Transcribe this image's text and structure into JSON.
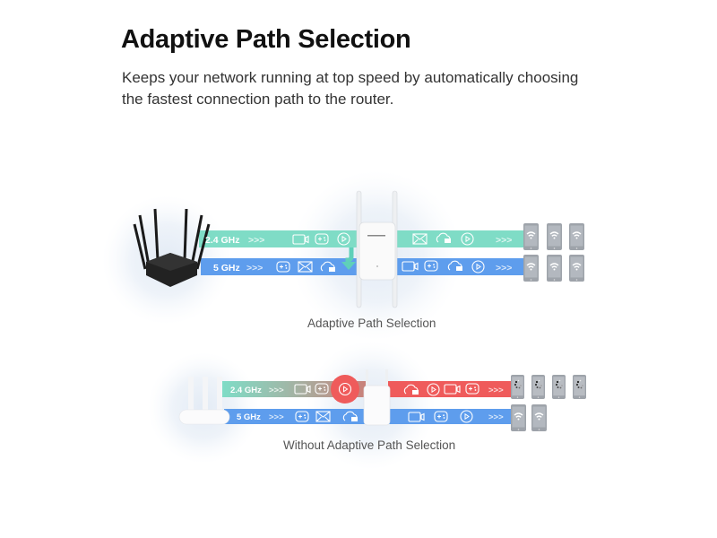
{
  "header": {
    "title": "Adaptive Path Selection",
    "subtitle": "Keeps your network running at top speed by automatically choosing the fastest connection path to the router."
  },
  "diagram_adaptive": {
    "caption": "Adaptive Path Selection",
    "band_24": {
      "label": "2.4 GHz",
      "chevrons": ">>>",
      "color": "#7fdcc6"
    },
    "band_5": {
      "label": "5 GHz",
      "chevrons": ">>>",
      "color": "#5e9ded"
    },
    "clients_24": [
      "wifi-phone",
      "wifi-phone",
      "wifi-phone"
    ],
    "clients_5": [
      "wifi-phone",
      "wifi-phone",
      "wifi-phone"
    ]
  },
  "diagram_without": {
    "caption": "Without Adaptive Path Selection",
    "band_24": {
      "label": "2.4 GHz",
      "chevrons": ">>>",
      "color": "#7fdcc6",
      "congested_color": "#ef5b5b"
    },
    "band_5": {
      "label": "5 GHz",
      "chevrons": ">>>",
      "color": "#5e9ded"
    },
    "clients_24": [
      "loading-phone",
      "loading-phone",
      "loading-phone",
      "loading-phone"
    ],
    "clients_5": [
      "wifi-phone",
      "wifi-phone"
    ]
  },
  "colors": {
    "teal": "#7fdcc6",
    "blue": "#5e9ded",
    "red": "#ef5b5b",
    "phone": "#9ea3aa"
  }
}
